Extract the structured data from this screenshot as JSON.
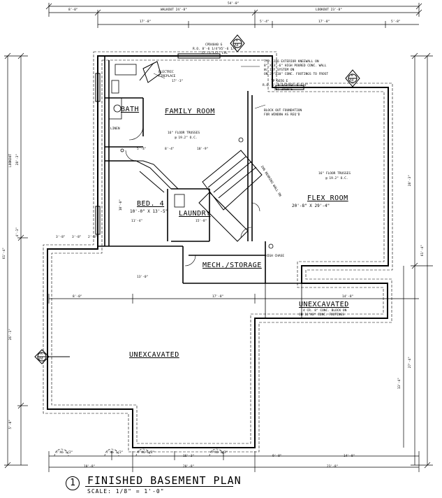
{
  "title": {
    "number": "1",
    "name": "FINISHED BASEMENT PLAN",
    "scale": "SCALE: 1/8\" = 1'-0\""
  },
  "rooms": {
    "family_room": "FAMILY ROOM",
    "bath": "BATH",
    "bed4": "BED. 4",
    "bed4_size": "10'-0\" X 13'-5\"",
    "laundry": "LAUNDRY",
    "flex_room": "FLEX ROOM",
    "flex_size": "20'-8\" X 29'-4\"",
    "mech": "MECH./STORAGE",
    "unexcavated_main": "UNEXCAVATED",
    "unexcavated_right": "UNEXCAVATED",
    "linen": "LINEN"
  },
  "notes": {
    "floor_trusses_left": "16\" FLOOR TRUSSES",
    "floor_trusses_left_oc": "@ 19.2\" O.C.",
    "floor_trusses_right": "16\" FLOOR TRUSSES",
    "floor_trusses_right_oc": "@ 19.2\" O.C.",
    "electric_fireplace_1": "ELECTRIC",
    "electric_fireplace_2": "FIREPLACE",
    "kneewall_1": "TYP. 2x6 EXTERIOR KNEEWALL ON",
    "kneewall_2": "8\" X 3'-6\" HIGH POURED CONC. WALL",
    "kneewall_3": "W/ ICF SYSTEM ON",
    "kneewall_4": "ON 20\"X10\" CONC. FOOTINGS TO FROST",
    "blockout_1": "BLOCK OUT FOUNDATION",
    "blockout_2": "FOR WINDOW AS REQ'D",
    "cpd_window_1": "CPD4040 G",
    "cpd_window_2": "R.O. 8'-6 1/4\"X5'-6 1/4\"",
    "cpd_window_3": "12'-3 1/2\" LVL",
    "tp_window_1": "TP 6656 E",
    "tp_window_2": "R.O. 5'-6 1/2\"X3'-6 1/4\"",
    "tp_window_3": "(2) 2x10's",
    "block_note_1": "4 CR. 8\" CONC. BLOCK ON",
    "block_note_2": "ON 16\"X8\" CONC. FOOTINGS",
    "load_bearing_wall": "2x6 BEARING WALL ON",
    "high_chase": "HIGH CHASE"
  },
  "dimensions": {
    "top_overall": "54'-0\"",
    "top_left": "8'-0\"",
    "walkout": "WALKOUT 24'-8\"",
    "lookout_top": "LOOKOUT 23'-8\"",
    "top_family": "17'-8\"",
    "top_mid": "5'-4\"",
    "top_right": "17'-8\"",
    "top_right_b": "5'-8\"",
    "family_inner": "17'-3\"",
    "flex_top": "18'-9\"",
    "left_overall": "61'-4\"",
    "left_lookout": "LOOKOUT",
    "left_a": "28'-3\"",
    "left_b": "4'-3\"",
    "left_c": "26'-1\"",
    "left_d": "5'-0\"",
    "right_overall": "61'-4\"",
    "right_a": "28'-3\"",
    "right_b": "27'-4\"",
    "right_c": "13'-4\"",
    "bot_a": "10'-8\"",
    "bot_b": "20'-8\"",
    "bot_c": "23'-8\"",
    "bot_d": "9'-8\"",
    "bot_e": "16'-3\"",
    "bot_f": "14'-8\"",
    "mid_a": "8'-0\"",
    "mid_b": "13'-0\"",
    "mid_c": "17'-8\"",
    "mid_d": "14'-8\"",
    "bed_a": "11'-4\"",
    "bed_b": "15'-8\"",
    "bed_c": "10'-0\"",
    "bed_d": "5'-4\"",
    "bed_e": "8'-4\"",
    "left_mech_a": "3'-8\"",
    "left_mech_b": "3'-8\"",
    "left_mech_c": "2'-8\""
  },
  "footing_tags": [
    "7'x6 1/2\"",
    "7'x6 1/2\"",
    "7'x6 1/2\"",
    "7'x6 1/2\""
  ],
  "section_markers": {
    "top_center": {
      "top": "B",
      "bottom": "A4"
    },
    "top_right": {
      "top": "B",
      "bottom": "A4"
    },
    "left": {
      "top": "A",
      "bottom": "A4"
    }
  }
}
